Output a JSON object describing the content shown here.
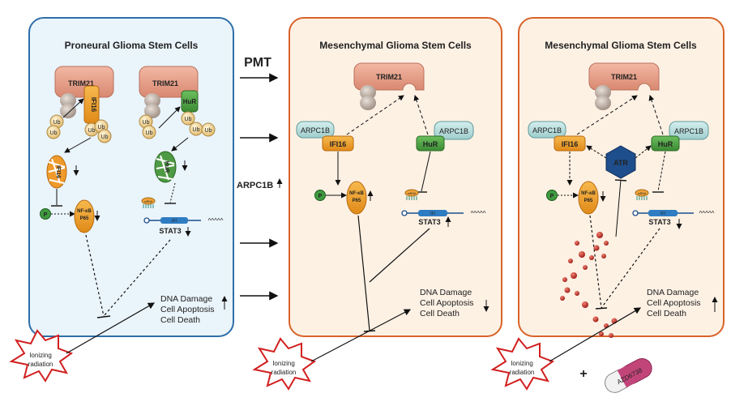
{
  "panels": [
    {
      "title": "Proneural Glioma Stem Cells",
      "outcome": [
        "DNA Damage",
        "Cell Apoptosis",
        "Cell Death"
      ]
    },
    {
      "title": "Mesenchymal Glioma Stem Cells",
      "outcome": [
        "DNA Damage",
        "Cell Apoptosis",
        "Cell Death"
      ]
    },
    {
      "title": "Mesenchymal Glioma Stem Cells",
      "outcome": [
        "DNA Damage",
        "Cell Apoptosis",
        "Cell Death"
      ]
    }
  ],
  "transition": {
    "label": "PMT",
    "marker": "ARPC1B"
  },
  "labels": {
    "trim21": "TRIM21",
    "ifi16": "IFI16",
    "hur": "HuR",
    "arpc1b": "ARPC1B",
    "ub": "Ub",
    "nfkb_line1": "NF-κB",
    "nfkb_line2": "P65",
    "stat3": "STAT3",
    "p": "P",
    "atr": "ATR",
    "inhibitor": "AZD6738",
    "plus": "+",
    "gene_box": "IFI",
    "rna_tag": "mRNA",
    "tail": "^^^^^"
  },
  "stimulus": {
    "line1": "Ionizing",
    "line2": "radiation"
  },
  "colors": {
    "panel1_border": "#2e6fa8",
    "panel1_fill": "#eaf4fb",
    "panel_border": "#d8632a",
    "panel_fill": "#fdf1e4",
    "trim21": "#e39a85",
    "ifi16": "#ef9a2a",
    "hur": "#4f9a44",
    "arpc1b": "#b6dcdc",
    "atr": "#1f4e8c",
    "drops": "#c0312b"
  }
}
